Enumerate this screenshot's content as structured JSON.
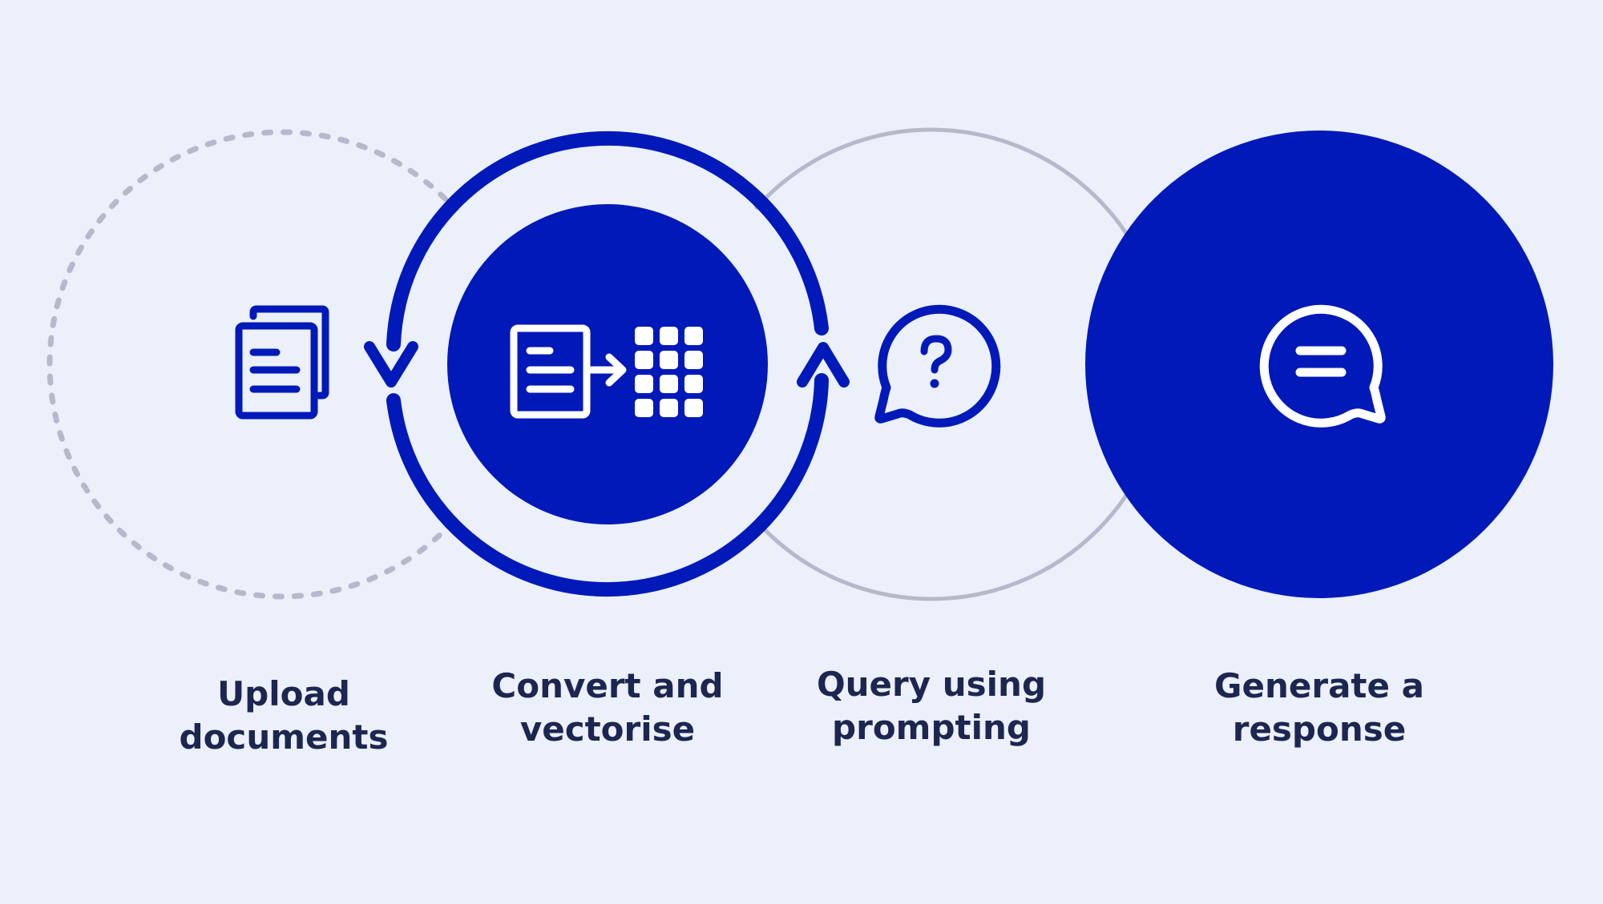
{
  "colors": {
    "background": "#ebf0fa",
    "primary": "#0019b8",
    "muted_ring": "#b6b9cb",
    "text": "#1d2650",
    "icon_on_dark": "#ffffff"
  },
  "steps": [
    {
      "id": "upload",
      "lines": [
        "Upload",
        "documents"
      ],
      "icon": "documents-stack-icon",
      "ring": "dashed-grey"
    },
    {
      "id": "convert",
      "lines": [
        "Convert and",
        "vectorise"
      ],
      "icon": "document-to-vector-grid-icon",
      "ring": "solid-blue-with-cycle-arrows"
    },
    {
      "id": "query",
      "lines": [
        "Query using",
        "prompting"
      ],
      "icon": "question-chat-bubble-icon",
      "ring": "solid-grey-outline"
    },
    {
      "id": "generate",
      "lines": [
        "Generate a",
        "response"
      ],
      "icon": "answer-chat-bubble-icon",
      "ring": "filled-blue"
    }
  ]
}
